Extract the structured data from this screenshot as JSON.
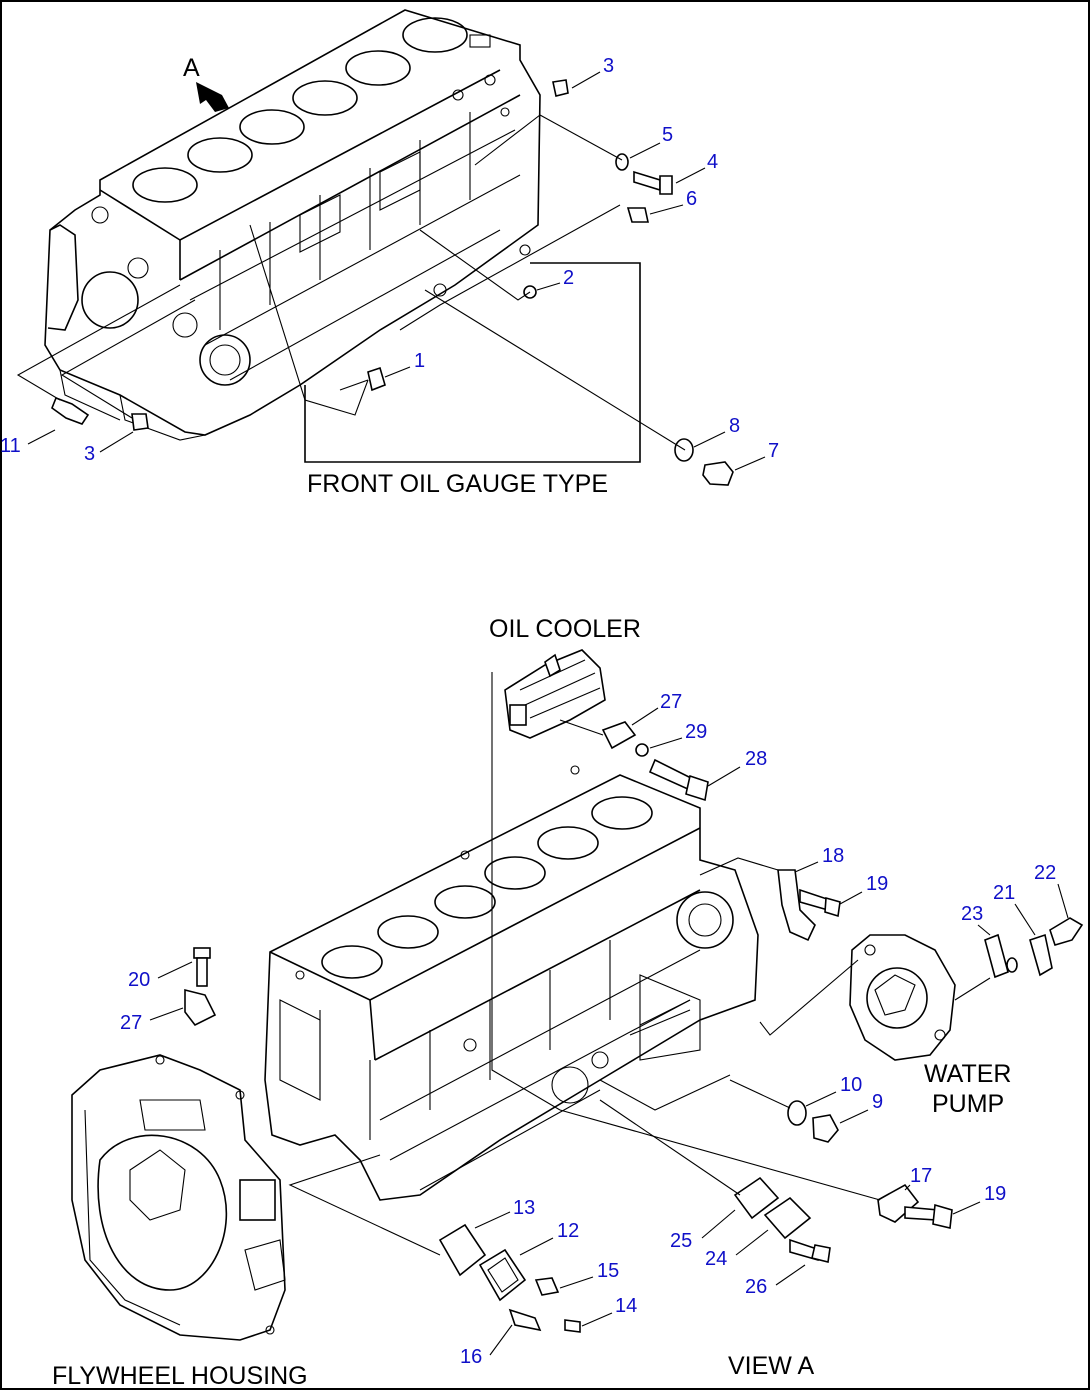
{
  "colors": {
    "callout": "#1010c8",
    "ink": "#000000",
    "background": "#ffffff"
  },
  "view_marker": "A",
  "captions": {
    "front_oil_gauge": "FRONT OIL GAUGE TYPE",
    "oil_cooler": "OIL COOLER",
    "water_pump_1": "WATER",
    "water_pump_2": "PUMP",
    "flywheel_housing": "FLYWHEEL HOUSING",
    "view_a": "VIEW A"
  },
  "callouts": {
    "c1": "1",
    "c2": "2",
    "c3a": "3",
    "c3b": "3",
    "c4": "4",
    "c5": "5",
    "c6": "6",
    "c7": "7",
    "c8": "8",
    "c11": "11",
    "c9": "9",
    "c10": "10",
    "c12": "12",
    "c13": "13",
    "c14": "14",
    "c15": "15",
    "c16": "16",
    "c17": "17",
    "c18": "18",
    "c19a": "19",
    "c19b": "19",
    "c20": "20",
    "c21": "21",
    "c22": "22",
    "c23": "23",
    "c24": "24",
    "c25": "25",
    "c26": "26",
    "c27a": "27",
    "c27b": "27",
    "c28": "28",
    "c29": "29"
  }
}
